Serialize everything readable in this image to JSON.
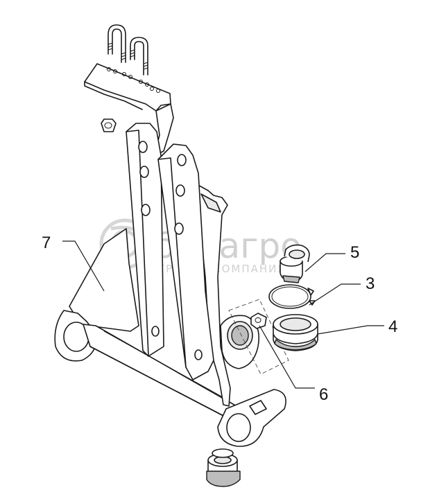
{
  "watermark": {
    "brand": "белагро",
    "tagline": "ГРУППА КОМПАНИЙ"
  },
  "callouts": [
    {
      "id": "callout-7",
      "label": "7"
    },
    {
      "id": "callout-5",
      "label": "5"
    },
    {
      "id": "callout-3",
      "label": "3"
    },
    {
      "id": "callout-4",
      "label": "4"
    },
    {
      "id": "callout-6",
      "label": "6"
    }
  ],
  "colors": {
    "line": "#1a1a1a",
    "watermark": "#d0d0d0",
    "background": "#ffffff"
  }
}
